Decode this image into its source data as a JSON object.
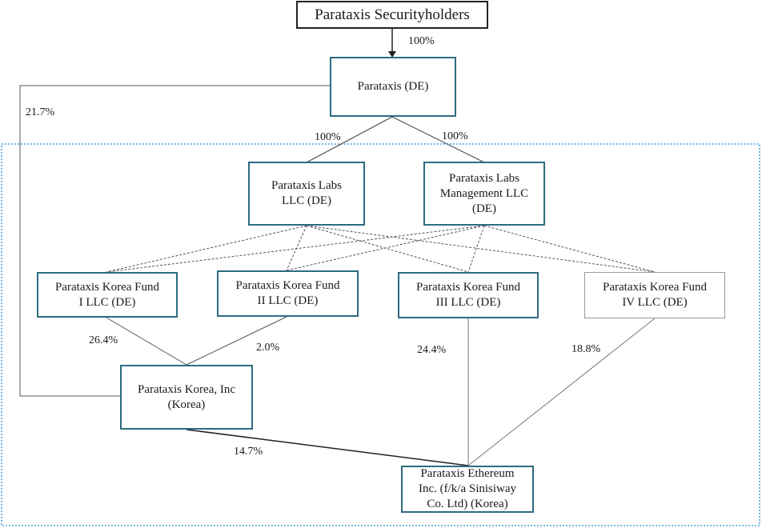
{
  "diagram": {
    "top": {
      "text": "Parataxis Securityholders"
    },
    "entities": {
      "de": {
        "lines": [
          "Parataxis (DE)"
        ]
      },
      "labs": {
        "lines": [
          "Parataxis Labs",
          "LLC (DE)"
        ]
      },
      "mgmt": {
        "lines": [
          "Parataxis Labs",
          "Management LLC",
          "(DE)"
        ]
      },
      "fund1": {
        "lines": [
          "Parataxis Korea Fund",
          "I LLC (DE)"
        ]
      },
      "fund2": {
        "lines": [
          "Parataxis Korea Fund",
          "II LLC (DE)"
        ]
      },
      "fund3": {
        "lines": [
          "Parataxis Korea Fund",
          "III LLC (DE)"
        ]
      },
      "fund4": {
        "lines": [
          "Parataxis Korea Fund",
          "IV LLC (DE)"
        ]
      },
      "korea": {
        "lines": [
          "Parataxis Korea, Inc",
          "(Korea)"
        ]
      },
      "eth": {
        "lines": [
          "Parataxis Ethereum",
          "Inc. (f/k/a Sinisiway",
          "Co. Ltd) (Korea)"
        ]
      }
    },
    "ownership_labels": {
      "top_to_de": "100%",
      "de_to_korea": "21.7%",
      "de_to_labs": "100%",
      "de_to_mgmt": "100%",
      "fund1_to_korea": "26.4%",
      "fund2_to_korea": "2.0%",
      "fund3_to_eth": "24.4%",
      "fund4_to_eth": "18.8%",
      "korea_to_eth": "14.7%"
    },
    "colors": {
      "box_border": "#2e6b80",
      "top_border": "#222222",
      "fund4_border": "#9a9a9a",
      "dotted_region": "#4aa3d8",
      "line": "#555555"
    }
  }
}
